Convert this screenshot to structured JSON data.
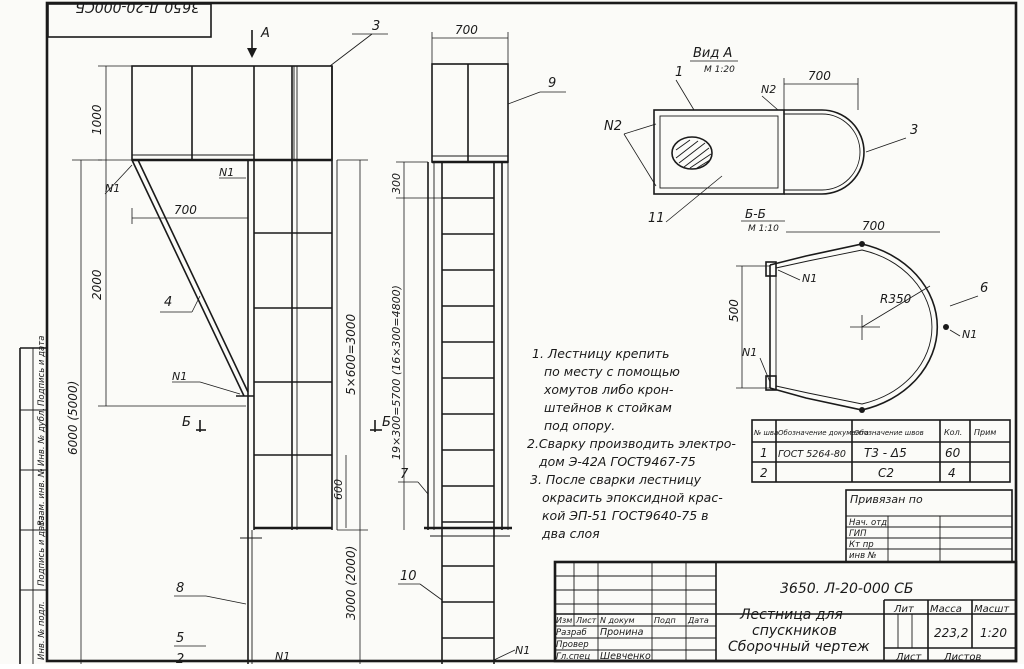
{
  "stamp_top": "3650.Л-20-000СБ",
  "view_a_marker": "А",
  "labels": {
    "p1": "1",
    "p2": "2",
    "p3": "3",
    "p4": "4",
    "p5": "5",
    "p6": "6",
    "p7": "7",
    "p8": "8",
    "p9": "9",
    "p10": "10",
    "p11": "11",
    "n1": "N1",
    "n2": "N2"
  },
  "dims": {
    "d700": "700",
    "d1000": "1000",
    "d2000": "2000",
    "d6000": "6000 (5000)",
    "d5x600": "5×600=3000",
    "d600": "600",
    "d3000": "3000 (2000)",
    "d19": "19×300=5700 (16×300=4800)",
    "d300": "300",
    "d500": "500",
    "r350": "R350"
  },
  "views": {
    "view_a_title": "Вид А",
    "view_a_scale": "М 1:20",
    "section_bb_title": "Б-Б",
    "section_bb_scale": "М 1:10",
    "section_mark": "Б"
  },
  "notes": [
    "1. Лестницу крепить",
    "по месту с помощью",
    "хомутов либо крон-",
    "штейнов к стойкам",
    "под опору.",
    "2.Сварку производить электро-",
    "дом Э-42А ГОСТ9467-75",
    "3. После сварки лестницу",
    "окрасить эпоксидной крас-",
    "кой ЭП-51 ГОСТ9640-75 в",
    "два слоя"
  ],
  "weld_table": {
    "headers": [
      "№ шва",
      "Обозначение документа",
      "Обозначение швов",
      "Кол.",
      "Прим"
    ],
    "rows": [
      [
        "1",
        "ГОСТ 5264-80",
        "Т3 - Δ5",
        "60",
        ""
      ],
      [
        "2",
        "",
        "С2",
        "4",
        ""
      ]
    ]
  },
  "binding": {
    "title": "Привязан по",
    "rows": [
      "Нач. отд",
      "ГИП",
      "Кт пр",
      "инв №"
    ]
  },
  "title_block": {
    "code": "3650. Л-20-000 СБ",
    "name_line1": "Лестница для",
    "name_line2": "спускников",
    "name_line3": "Сборочный чертеж",
    "lit_label": "Лит",
    "mass_label": "Масса",
    "scale_label": "Масшт",
    "mass": "223,2",
    "scale": "1:20",
    "sheet_label": "Лист",
    "sheets_label": "Листов",
    "hdr_cols": [
      "Изм",
      "Лист",
      "N докум",
      "Подп",
      "Дата"
    ],
    "roles": [
      {
        "role": "Разраб",
        "name": "Пронина"
      },
      {
        "role": "Провер",
        "name": ""
      },
      {
        "role": "Гл.спец",
        "name": "Шевченко"
      }
    ]
  },
  "side_strip": [
    "Инв. № подл.",
    "Подпись и дата",
    "Взам. инв. №",
    "Инв. № дубл.",
    "Подпись и дата"
  ]
}
